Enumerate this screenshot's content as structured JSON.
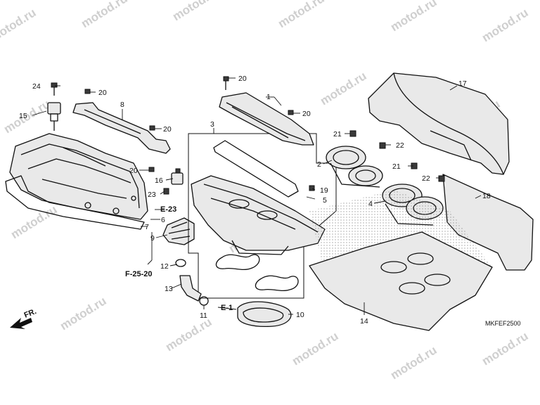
{
  "watermark": "motod.ru",
  "diagram_code": "MKFEF2500",
  "direction_label": "FR.",
  "part_numbers": {
    "p1": "1",
    "p2": "2",
    "p3": "3",
    "p4": "4",
    "p5": "5",
    "p6": "6",
    "p7": "7",
    "p8": "8",
    "p9": "9",
    "p10": "10",
    "p11": "11",
    "p12": "12",
    "p13": "13",
    "p14": "14",
    "p15": "15",
    "p16": "16",
    "p17": "17",
    "p18": "18",
    "p19": "19",
    "p20": "20",
    "p21": "21",
    "p22": "22",
    "p23": "23",
    "p24": "24"
  },
  "references": {
    "e23": "E-23",
    "f2520": "F-25-20",
    "e1": "E-1"
  },
  "colors": {
    "line": "#111111",
    "watermark": "#cfcfcf",
    "shade": "#e9e9e9"
  }
}
